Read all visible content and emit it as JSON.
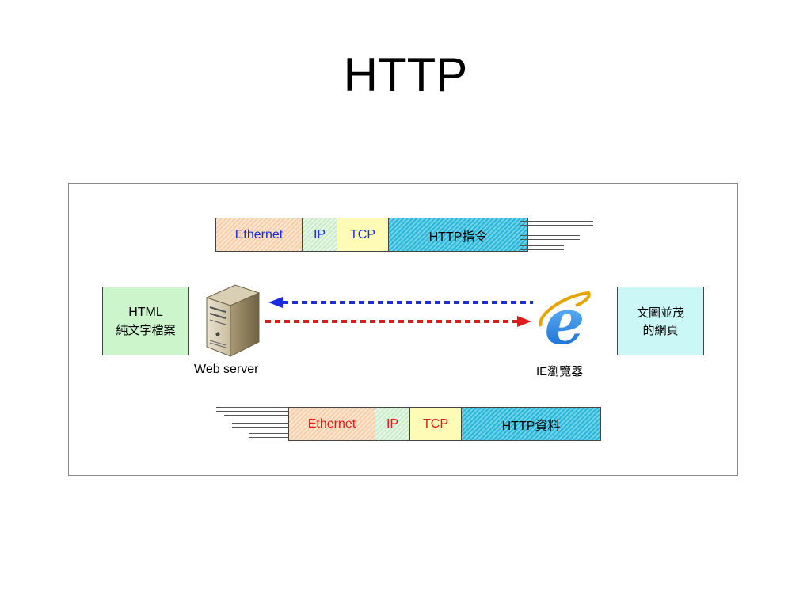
{
  "title": "HTTP",
  "request_packet": {
    "ethernet": "Ethernet",
    "ip": "IP",
    "tcp": "TCP",
    "http": "HTTP指令"
  },
  "response_packet": {
    "ethernet": "Ethernet",
    "ip": "IP",
    "tcp": "TCP",
    "http": "HTTP資料"
  },
  "left_box": {
    "line1": "HTML",
    "line2": "純文字檔案"
  },
  "right_box": {
    "line1": "文圖並茂",
    "line2": "的網頁"
  },
  "server_label": "Web server",
  "browser_label": "IE瀏覽器",
  "colors": {
    "request_arrow": "#1a2be0",
    "response_arrow": "#e01a1a",
    "html_box": "#ccf5cc",
    "webpage_box": "#ccf7f7"
  },
  "icons": [
    "server-icon",
    "ie-browser-icon"
  ]
}
